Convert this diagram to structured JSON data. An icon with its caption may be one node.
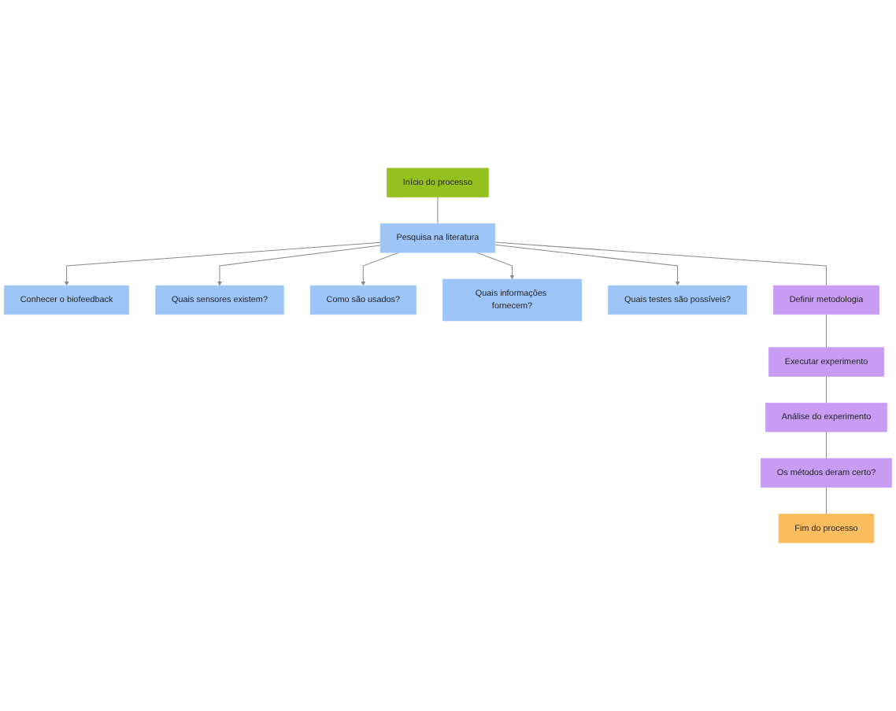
{
  "diagram": {
    "nodes": [
      {
        "text": [
          "Início do processo"
        ]
      },
      {
        "text": [
          "Pesquisa na literatura"
        ]
      },
      {
        "text": [
          "Conhecer o biofeedback"
        ]
      },
      {
        "text": [
          "Quais sensores existem?"
        ]
      },
      {
        "text": [
          "Como são usados?"
        ]
      },
      {
        "text": [
          "Quais informações fornecem?"
        ]
      },
      {
        "text": [
          "Quais testes são possíveis?"
        ]
      },
      {
        "text": [
          "Definir metodologia"
        ]
      },
      {
        "text": [
          "Executar experimento"
        ]
      },
      {
        "text": [
          "Análise do experimento"
        ]
      },
      {
        "text": [
          "Os métodos deram certo?"
        ]
      },
      {
        "text": [
          "Fim do processo"
        ]
      }
    ],
    "edges": [
      {
        "from": 0,
        "to": 1,
        "arrow": "none"
      },
      {
        "from": 1,
        "to": 2,
        "arrow": "to"
      },
      {
        "from": 1,
        "to": 3,
        "arrow": "to"
      },
      {
        "from": 1,
        "to": 4,
        "arrow": "to"
      },
      {
        "from": 1,
        "to": 5,
        "arrow": "to"
      },
      {
        "from": 1,
        "to": 6,
        "arrow": "to"
      },
      {
        "from": 1,
        "to": 7,
        "arrow": "none"
      },
      {
        "from": 7,
        "to": 8,
        "arrow": "none"
      },
      {
        "from": 8,
        "to": 9,
        "arrow": "none"
      },
      {
        "from": 9,
        "to": 10,
        "arrow": "none"
      },
      {
        "from": 10,
        "to": 11,
        "arrow": "none"
      }
    ]
  }
}
